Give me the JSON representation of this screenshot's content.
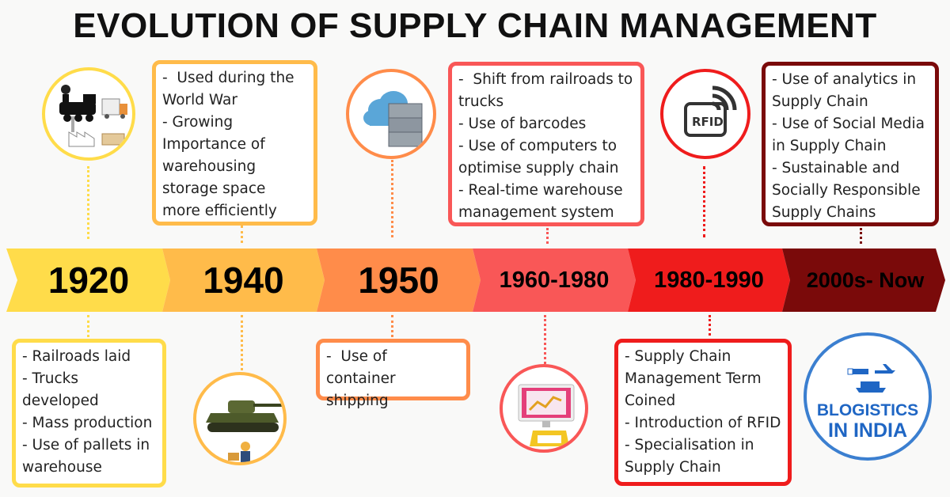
{
  "title": "EVOLUTION OF SUPPLY CHAIN MANAGEMENT",
  "timeline": [
    {
      "year": "1920",
      "color": "#ffdc4a",
      "items": [
        "- Railroads laid",
        "- Trucks developed",
        "- Mass production",
        "- Use of pallets in warehouse"
      ],
      "icon": "train-factory-icon"
    },
    {
      "year": "1940",
      "color": "#ffbb4a",
      "items": [
        "-  Used during the World War",
        "- Growing Importance of warehousing storage space more efficiently"
      ],
      "icon": "tank-worker-icon"
    },
    {
      "year": "1950",
      "color": "#ff8c4a",
      "items": [
        "-  Use of container shipping"
      ],
      "icon": "cloud-container-icon"
    },
    {
      "year": "1960-1980",
      "color": "#f95757",
      "items": [
        "-  Shift from railroads to trucks",
        "- Use of barcodes",
        "- Use of computers to optimise supply chain",
        "- Real-time warehouse management system"
      ],
      "icon": "computer-barcode-icon"
    },
    {
      "year": "1980-1990",
      "color": "#ef1c1c",
      "items": [
        "- Supply Chain Management Term Coined",
        "- Introduction of RFID",
        "- Specialisation in Supply Chain"
      ],
      "icon": "rfid-icon"
    },
    {
      "year": "2000s- Now",
      "color": "#7a0a0a",
      "items": [
        "- Use of analytics in Supply Chain",
        "- Use of Social Media in Supply Chain",
        "- Sustainable and Socially Responsible Supply Chains"
      ],
      "icon": "logistics-logo-icon"
    }
  ],
  "logo": {
    "line1": "BLOGISTICS",
    "line2": "IN INDIA"
  }
}
